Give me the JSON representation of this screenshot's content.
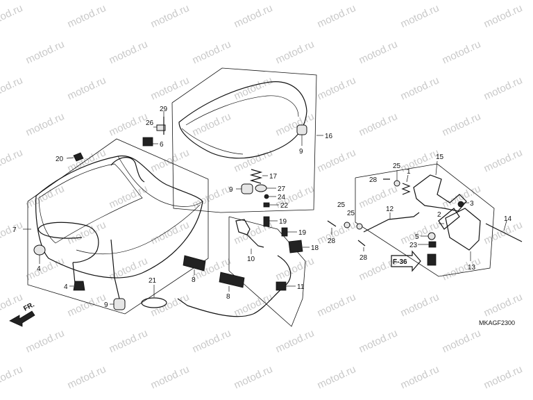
{
  "diagram": {
    "watermark": "motod.ru",
    "diagram_code": "MKAGF2300",
    "reference": "F-36",
    "direction": "FR.",
    "callouts": [
      {
        "id": "c-29",
        "text": "29"
      },
      {
        "id": "c-26",
        "text": "26"
      },
      {
        "id": "c-6",
        "text": "6"
      },
      {
        "id": "c-20",
        "text": "20"
      },
      {
        "id": "c-7",
        "text": "7"
      },
      {
        "id": "c-4a",
        "text": "4"
      },
      {
        "id": "c-4b",
        "text": "4"
      },
      {
        "id": "c-9a",
        "text": "9"
      },
      {
        "id": "c-21",
        "text": "21"
      },
      {
        "id": "c-8a",
        "text": "8"
      },
      {
        "id": "c-8b",
        "text": "8"
      },
      {
        "id": "c-16",
        "text": "16"
      },
      {
        "id": "c-9b",
        "text": "9"
      },
      {
        "id": "c-17",
        "text": "17"
      },
      {
        "id": "c-9c",
        "text": "9"
      },
      {
        "id": "c-27",
        "text": "27"
      },
      {
        "id": "c-24",
        "text": "24"
      },
      {
        "id": "c-22",
        "text": "22"
      },
      {
        "id": "c-19a",
        "text": "19"
      },
      {
        "id": "c-19b",
        "text": "19"
      },
      {
        "id": "c-18",
        "text": "18"
      },
      {
        "id": "c-10",
        "text": "10"
      },
      {
        "id": "c-11",
        "text": "11"
      },
      {
        "id": "c-25a",
        "text": "25"
      },
      {
        "id": "c-25b",
        "text": "25"
      },
      {
        "id": "c-25c",
        "text": "25"
      },
      {
        "id": "c-28a",
        "text": "28"
      },
      {
        "id": "c-28b",
        "text": "28"
      },
      {
        "id": "c-28c",
        "text": "28"
      },
      {
        "id": "c-12",
        "text": "12"
      },
      {
        "id": "c-1",
        "text": "1"
      },
      {
        "id": "c-15",
        "text": "15"
      },
      {
        "id": "c-3",
        "text": "3"
      },
      {
        "id": "c-2",
        "text": "2"
      },
      {
        "id": "c-5",
        "text": "5"
      },
      {
        "id": "c-23",
        "text": "23"
      },
      {
        "id": "c-14",
        "text": "14"
      },
      {
        "id": "c-13",
        "text": "13"
      }
    ]
  }
}
